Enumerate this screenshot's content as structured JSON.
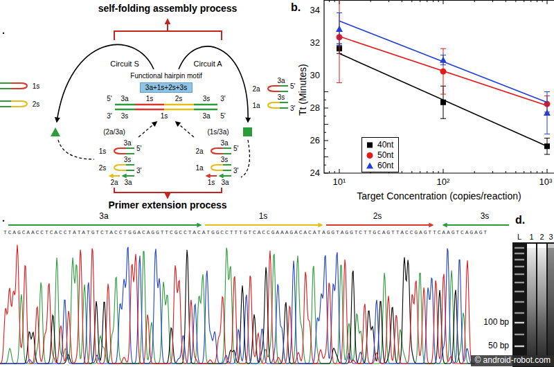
{
  "diagram": {
    "nodes": [
      {
        "text": [
          "Functional hairpin motif",
          "3a+1s+2s+3s"
        ]
      }
    ],
    "labels": [
      ".",
      "self-folding assembly process",
      "Circuit S",
      "Circuit A",
      "1s",
      "2s",
      "5'",
      "3a",
      "1s",
      "2s",
      "3s",
      "3'",
      "3'",
      "3s",
      "1s",
      "3a",
      "5'",
      "2a",
      "3a",
      "5'",
      "1a",
      "3s",
      "3'",
      "(2a/3a)",
      "(1s/3a)",
      "1s",
      "3a",
      "5'",
      "2s",
      "3s",
      "3'",
      "3a",
      "2a",
      "2a",
      "3a",
      "5'",
      "1a",
      "3s",
      "3'",
      "3a",
      "1s",
      "Primer extension process",
      "b.",
      "24",
      "26",
      "28",
      "30",
      "32",
      "34",
      "10¹",
      "10²",
      "10³",
      "Tt (Minutes)",
      "Target Concentration (copies/reaction)",
      ".",
      "3a",
      "1s",
      "2s",
      "3s",
      "TCAGCAACCTCACCTATATGTCTACCTGGACAGGTTCGCCTACATGGCCTTTGTCACCGAAAGACACATAGGTAGGTCTTGCAGTTACCGAGTTCAAGTCAGAGT",
      "d.",
      "L",
      "1",
      "2",
      "3",
      "100 bp",
      "50 bp",
      "© android-robot.com"
    ],
    "legend": [
      {
        "text": "40nt"
      },
      {
        "text": "50nt"
      },
      {
        "text": "60nt"
      }
    ]
  }
}
